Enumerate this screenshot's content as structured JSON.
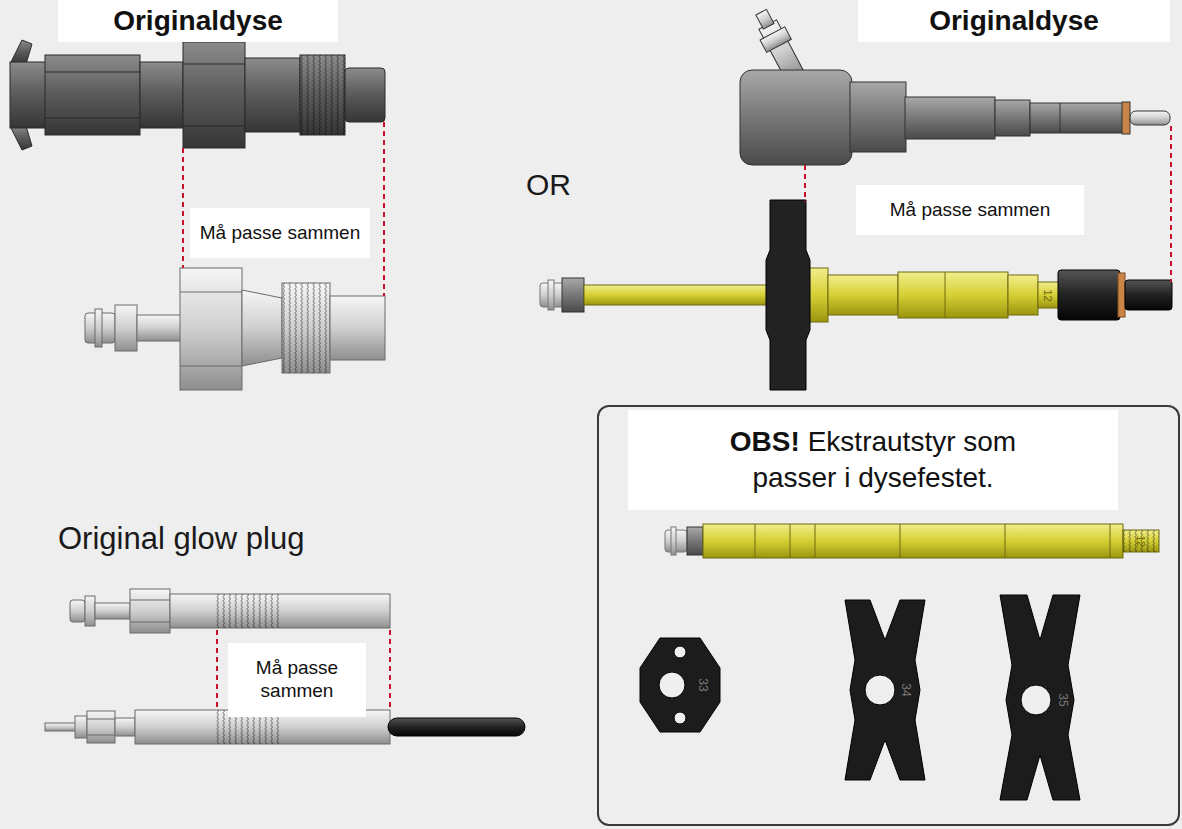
{
  "diagram": {
    "nodes": [
      {
        "text": [
          "Originaldyse"
        ]
      },
      {
        "text": [
          "Originaldyse"
        ]
      },
      {
        "text": [
          "Må passe sammen"
        ]
      },
      {
        "text": [
          "Må passe sammen"
        ]
      },
      {
        "text": [
          "Må passe sammen"
        ]
      },
      {
        "text": [
          "OBS!",
          "Ekstrautstyr som passer i dysefestet."
        ]
      }
    ],
    "labels": [
      "OR",
      "Original glow plug",
      "12",
      "12",
      "33",
      "34",
      "35"
    ]
  }
}
